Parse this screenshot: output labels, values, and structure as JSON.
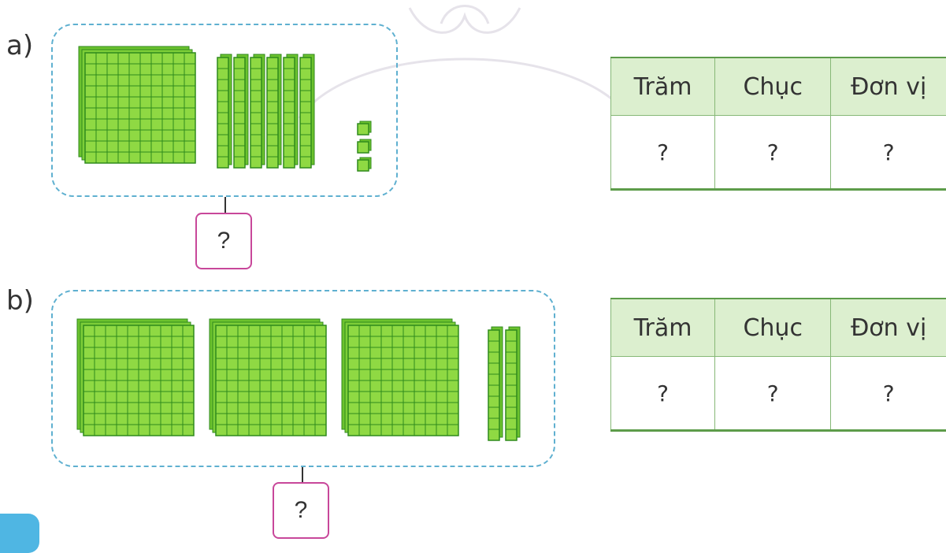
{
  "exercise": {
    "a": {
      "label": "a)",
      "blocks": {
        "hundreds": 1,
        "tens": 6,
        "ones": 3
      },
      "answer_box": "?",
      "table": {
        "headers": [
          "Trăm",
          "Chục",
          "Đơn vị"
        ],
        "cells": [
          "?",
          "?",
          "?"
        ]
      }
    },
    "b": {
      "label": "b)",
      "blocks": {
        "hundreds": 3,
        "tens": 2,
        "ones": 0
      },
      "answer_box": "?",
      "table": {
        "headers": [
          "Trăm",
          "Chục",
          "Đơn vị"
        ],
        "cells": [
          "?",
          "?",
          "?"
        ]
      }
    }
  },
  "colors": {
    "block_fill": "#8fd943",
    "block_line": "#2f8a1c",
    "dashed_border": "#5fb0d0",
    "answer_border": "#c8479a",
    "table_header_bg": "#dcefcf",
    "table_border": "#5d9c4a"
  }
}
